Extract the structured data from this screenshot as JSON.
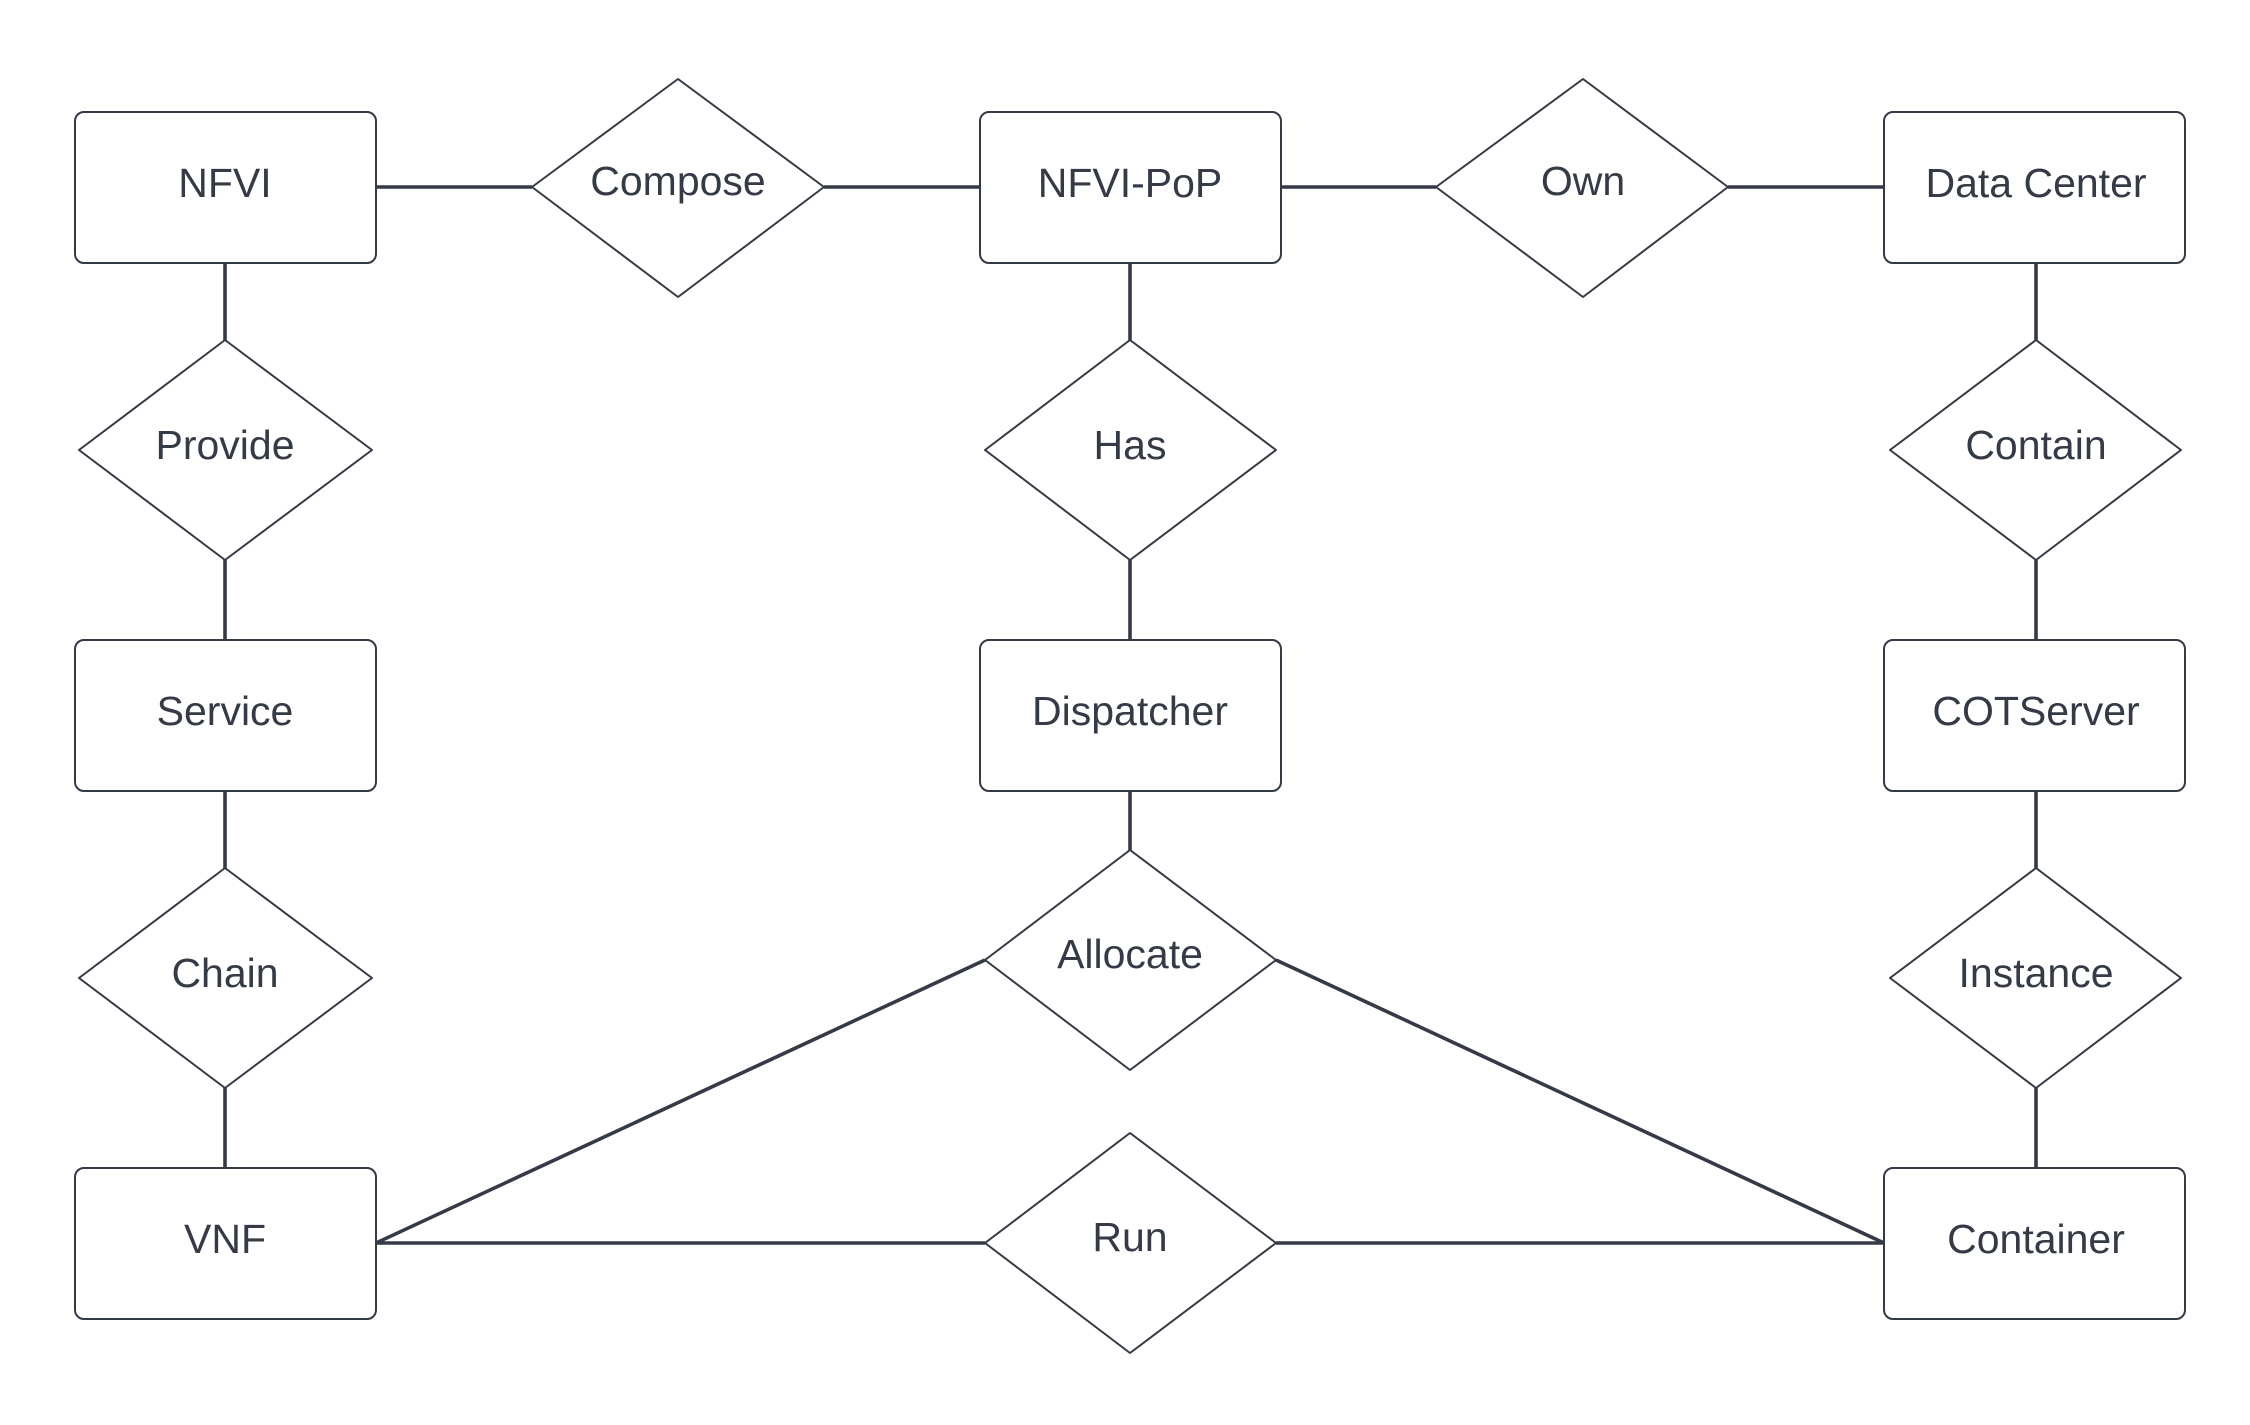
{
  "diagram": {
    "entities": [
      {
        "id": "nfvi",
        "label": "NFVI"
      },
      {
        "id": "nfvi-pop",
        "label": "NFVI-PoP"
      },
      {
        "id": "data-center",
        "label": "Data Center"
      },
      {
        "id": "service",
        "label": "Service"
      },
      {
        "id": "dispatcher",
        "label": "Dispatcher"
      },
      {
        "id": "cotserver",
        "label": "COTServer"
      },
      {
        "id": "vnf",
        "label": "VNF"
      },
      {
        "id": "container",
        "label": "Container"
      }
    ],
    "relationships": [
      {
        "id": "compose",
        "label": "Compose"
      },
      {
        "id": "own",
        "label": "Own"
      },
      {
        "id": "provide",
        "label": "Provide"
      },
      {
        "id": "has",
        "label": "Has"
      },
      {
        "id": "contain",
        "label": "Contain"
      },
      {
        "id": "chain",
        "label": "Chain"
      },
      {
        "id": "allocate",
        "label": "Allocate"
      },
      {
        "id": "instance",
        "label": "Instance"
      },
      {
        "id": "run",
        "label": "Run"
      }
    ],
    "connections": [
      [
        "nfvi",
        "compose"
      ],
      [
        "compose",
        "nfvi-pop"
      ],
      [
        "nfvi-pop",
        "own"
      ],
      [
        "own",
        "data-center"
      ],
      [
        "nfvi",
        "provide"
      ],
      [
        "provide",
        "service"
      ],
      [
        "service",
        "chain"
      ],
      [
        "chain",
        "vnf"
      ],
      [
        "nfvi-pop",
        "has"
      ],
      [
        "has",
        "dispatcher"
      ],
      [
        "dispatcher",
        "allocate"
      ],
      [
        "allocate",
        "vnf"
      ],
      [
        "allocate",
        "container"
      ],
      [
        "data-center",
        "contain"
      ],
      [
        "contain",
        "cotserver"
      ],
      [
        "cotserver",
        "instance"
      ],
      [
        "instance",
        "container"
      ],
      [
        "vnf",
        "run"
      ],
      [
        "run",
        "container"
      ]
    ],
    "colors": {
      "stroke": "#343a46",
      "text": "#343a46",
      "fill": "#ffffff"
    }
  }
}
